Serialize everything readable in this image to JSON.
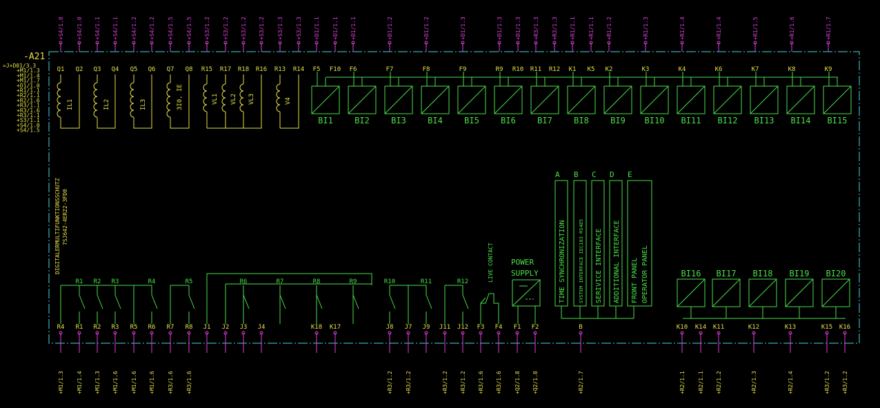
{
  "device": {
    "ref": "-A21",
    "name": "DIGITALERMULTIFUNKTIONSSCHUTZ",
    "type": "7SJ642-4ER22-3FD0",
    "left_refs": [
      "=J+D01/3.3",
      "+M1/1.3",
      "+M1/1.4",
      "+M1/1.7",
      "+D1/1.0",
      "+R1/1.1",
      "+R2/1.1",
      "+R2/1.6",
      "+R3/1.1",
      "+R3/1.6",
      "+R3/1.1",
      "+S3/1.1",
      "+S4/1.0",
      "+S4/1.5"
    ]
  },
  "top_terminals": [
    {
      "ref": "+S4/1.0",
      "label": "Q1"
    },
    {
      "ref": "+S4/1.0",
      "label": "Q2"
    },
    {
      "ref": "+S4/1.1",
      "label": "Q3"
    },
    {
      "ref": "+S4/1.1",
      "label": "Q4"
    },
    {
      "ref": "+S4/1.2",
      "label": "Q5"
    },
    {
      "ref": "+S4/1.2",
      "label": "Q6"
    },
    {
      "ref": "+S4/1.5",
      "label": "Q7"
    },
    {
      "ref": "+S4/1.5",
      "label": "Q8"
    },
    {
      "ref": "+S3/1.2",
      "label": "R15"
    },
    {
      "ref": "+S3/1.2",
      "label": "R17"
    },
    {
      "ref": "+S3/1.2",
      "label": "R18"
    },
    {
      "ref": "+S3/1.2",
      "label": "R16"
    },
    {
      "ref": "+S3/1.3",
      "label": "R13"
    },
    {
      "ref": "+S3/1.3",
      "label": "R14"
    },
    {
      "ref": "+D1/1.1",
      "label": "F5"
    },
    {
      "ref": "+D1/1.1",
      "label": "F10"
    },
    {
      "ref": "+D1/1.1",
      "label": "F6"
    },
    {
      "ref": "+D1/1.2",
      "label": "F7"
    },
    {
      "ref": "+D1/1.2",
      "label": "F8"
    },
    {
      "ref": "+D1/1.3",
      "label": "F9"
    },
    {
      "ref": "+D1/1.3",
      "label": "R9"
    },
    {
      "ref": "+D1/1.3",
      "label": "R10"
    },
    {
      "ref": "+R3/1.3",
      "label": "R11"
    },
    {
      "ref": "+R3/1.3",
      "label": "R12"
    },
    {
      "ref": "+R1/1.1",
      "label": "K1"
    },
    {
      "ref": "+R1/1.1",
      "label": "K5"
    },
    {
      "ref": "+R1/1.2",
      "label": "K2"
    },
    {
      "ref": "+R1/1.3",
      "label": "K3"
    },
    {
      "ref": "+R1/1.4",
      "label": "K4"
    },
    {
      "ref": "+R1/1.4",
      "label": "K6"
    },
    {
      "ref": "+R1/1.5",
      "label": "K7"
    },
    {
      "ref": "+R1/1.6",
      "label": "K8"
    },
    {
      "ref": "+R1/1.7",
      "label": "K9"
    }
  ],
  "current_inputs": [
    "IL1",
    "IL2",
    "IL3",
    "3I0, IE"
  ],
  "voltage_inputs": [
    "VL1",
    "VL2",
    "VL3",
    "V4"
  ],
  "binary_inputs_top": [
    "BI1",
    "BI2",
    "BI3",
    "BI4",
    "BI5",
    "BI6",
    "BI7",
    "BI8",
    "BI9",
    "BI10",
    "BI11",
    "BI12",
    "BI13",
    "BI14",
    "BI15"
  ],
  "binary_inputs_bottom": [
    "BI16",
    "BI17",
    "BI18",
    "BI19",
    "BI20"
  ],
  "interfaces": [
    {
      "letter": "A",
      "lines": [
        "TIME SYNCHRONIZATION"
      ]
    },
    {
      "letter": "B",
      "lines": [
        "SYSTEM INTERFACE IEC103 RS485"
      ]
    },
    {
      "letter": "C",
      "lines": [
        "SERIVICE INTERFACE"
      ]
    },
    {
      "letter": "D",
      "lines": [
        "ADDITIONAL INTERFACE"
      ]
    },
    {
      "letter": "E",
      "lines": [
        "FRONT PANEL",
        "OPERATOR PANEL"
      ]
    }
  ],
  "power_supply": [
    "POWER",
    "SUPPLY"
  ],
  "live_contact": "LIVE CONTACT",
  "relays": [
    "R1",
    "R2",
    "R3",
    "R4",
    "R5",
    "R6",
    "R7",
    "R8",
    "R9",
    "R10",
    "R11",
    "R12"
  ],
  "bottom_terminals": [
    {
      "label": "R4",
      "ref": "+M1/1.3"
    },
    {
      "label": "R1",
      "ref": "+M1/1.4"
    },
    {
      "label": "R2",
      "ref": "+M1/1.3"
    },
    {
      "label": "R3",
      "ref": "+M1/1.6"
    },
    {
      "label": "R5",
      "ref": "+M1/1.6"
    },
    {
      "label": "R6",
      "ref": "+M1/1.6"
    },
    {
      "label": "R7",
      "ref": "+R3/1.6"
    },
    {
      "label": "R8",
      "ref": "+R3/1.6"
    },
    {
      "label": "J1",
      "ref": ""
    },
    {
      "label": "J2",
      "ref": ""
    },
    {
      "label": "J3",
      "ref": ""
    },
    {
      "label": "J4",
      "ref": ""
    },
    {
      "label": "K18",
      "ref": ""
    },
    {
      "label": "K17",
      "ref": ""
    },
    {
      "label": "J8",
      "ref": "+R3/1.2"
    },
    {
      "label": "J7",
      "ref": "+R3/1.2"
    },
    {
      "label": "J9",
      "ref": ""
    },
    {
      "label": "J11",
      "ref": "+R3/1.2"
    },
    {
      "label": "J12",
      "ref": "+R3/1.2"
    },
    {
      "label": "F3",
      "ref": "+R3/1.6"
    },
    {
      "label": "F4",
      "ref": "+R3/1.6"
    },
    {
      "label": "F1",
      "ref": "+Q2/1.8"
    },
    {
      "label": "F2",
      "ref": "+Q2/1.8"
    },
    {
      "label": "B",
      "ref": "+R2/1.7"
    },
    {
      "label": "K10",
      "ref": "+R2/1.1"
    },
    {
      "label": "K14",
      "ref": "+R2/1.1"
    },
    {
      "label": "K11",
      "ref": "+R2/1.2"
    },
    {
      "label": "K12",
      "ref": "+R2/1.3"
    },
    {
      "label": "K13",
      "ref": "+R2/1.4"
    },
    {
      "label": "K15",
      "ref": "+R3/1.2"
    },
    {
      "label": "K16",
      "ref": "+R3/1.2"
    }
  ]
}
